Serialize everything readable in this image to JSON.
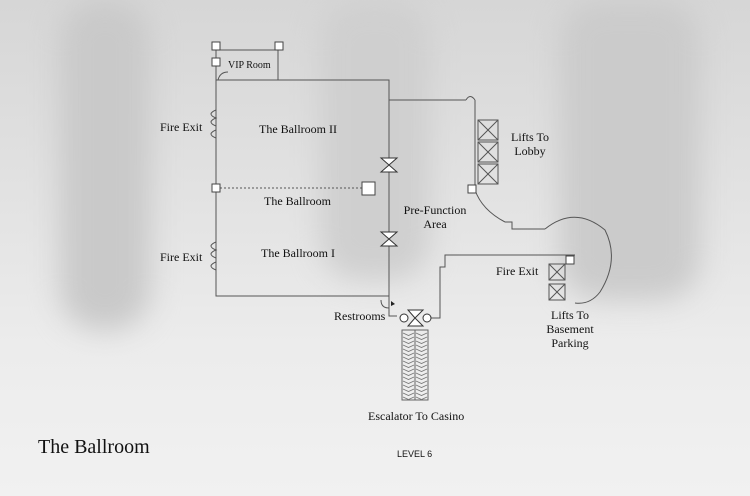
{
  "title": "The Ballroom",
  "level": "LEVEL 6",
  "rooms": {
    "vip": "VIP Room",
    "ballroom2": "The Ballroom II",
    "ballroom": "The Ballroom",
    "ballroom1": "The Ballroom I",
    "prefunction": "Pre-Function Area",
    "prefunction_line1": "Pre-Function",
    "prefunction_line2": "Area"
  },
  "labels": {
    "fire_exit_top": "Fire Exit",
    "fire_exit_bottom": "Fire Exit",
    "fire_exit_right": "Fire Exit",
    "restrooms": "Restrooms",
    "lifts_lobby_1": "Lifts To",
    "lifts_lobby_2": "Lobby",
    "lifts_basement_1": "Lifts To",
    "lifts_basement_2": "Basement",
    "lifts_basement_3": "Parking",
    "escalator": "Escalator To Casino"
  },
  "colors": {
    "line": "#555555",
    "text": "#111111"
  }
}
